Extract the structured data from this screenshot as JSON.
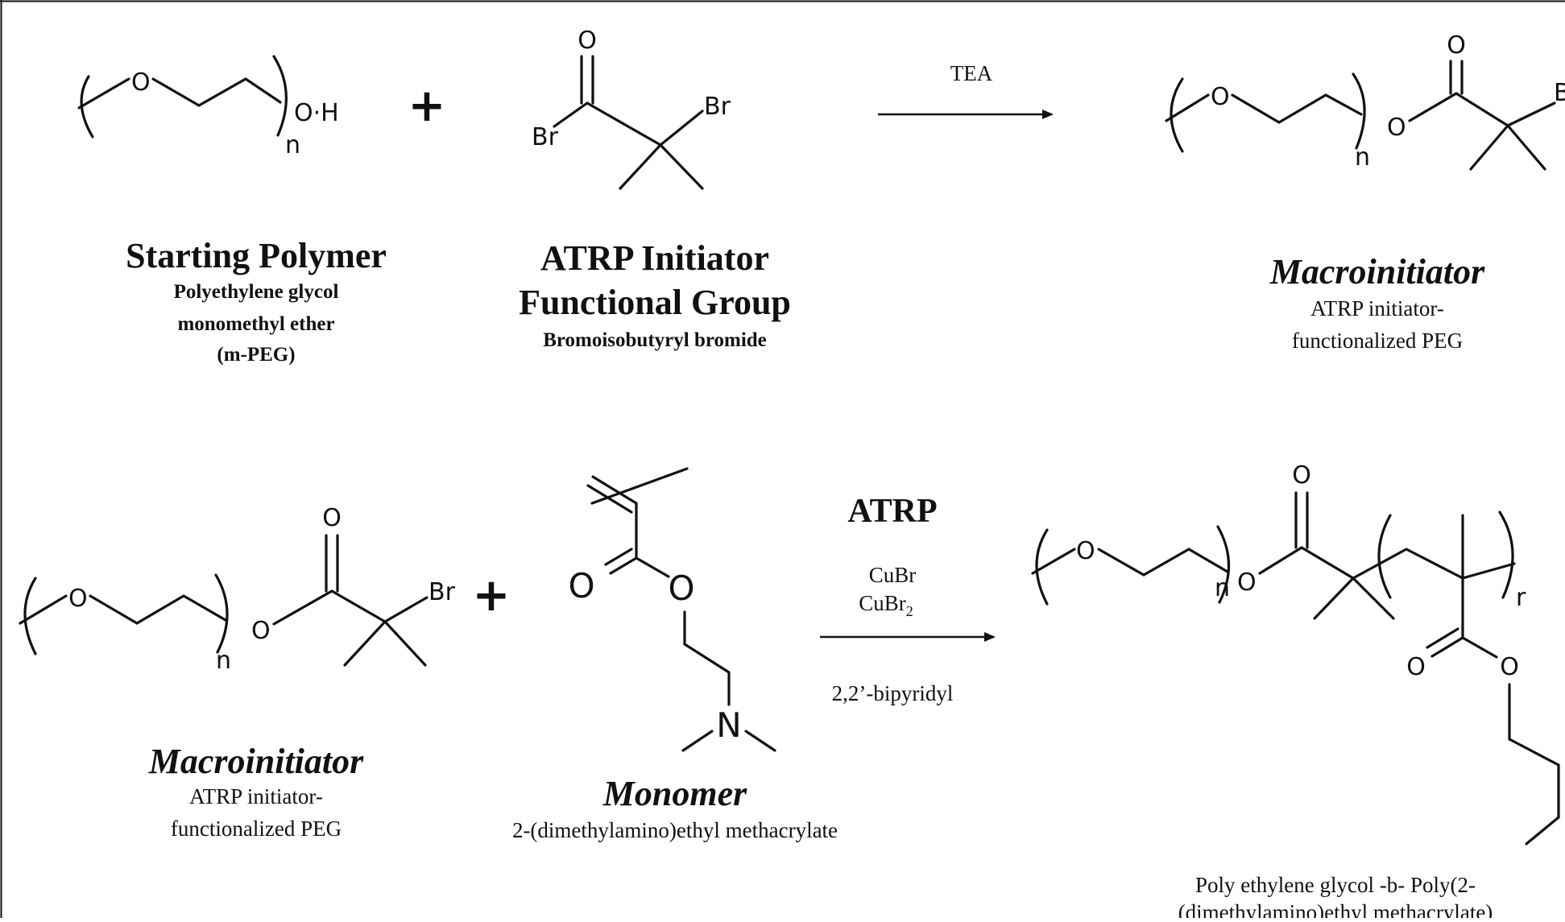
{
  "reaction1": {
    "start": {
      "atoms": {
        "o1": "O",
        "oh": "O·H",
        "n": "n"
      },
      "title": "Starting Polymer",
      "line1": "Polyethylene glycol",
      "line2": "monomethyl ether",
      "line3": "(m-PEG)"
    },
    "plus": "+",
    "initiator": {
      "atoms": {
        "o": "O",
        "br1": "Br",
        "br2": "Br"
      },
      "title1": "ATRP Initiator",
      "title2": "Functional Group",
      "subtitle": "Bromoisobutyryl bromide"
    },
    "reagent": "TEA",
    "product": {
      "atoms": {
        "o1": "O",
        "o2": "O",
        "o3": "O",
        "br": "B",
        "n": "n"
      },
      "title": "Macroinitiator",
      "line1": "ATRP initiator-",
      "line2": "functionalized PEG"
    }
  },
  "reaction2": {
    "macro": {
      "atoms": {
        "o1": "O",
        "o2": "O",
        "o3": "O",
        "br": "Br",
        "n": "n"
      },
      "title": "Macroinitiator",
      "line1": "ATRP initiator-",
      "line2": "functionalized PEG"
    },
    "plus": "+",
    "monomer": {
      "atoms": {
        "o1": "O",
        "o2": "O",
        "n": "N"
      },
      "title": "Monomer",
      "subtitle": "2-(dimethylamino)ethyl methacrylate"
    },
    "conditions": {
      "method": "ATRP",
      "cat1": "CuBr",
      "cat2": "CuBr",
      "cat2_sub": "2",
      "ligand": "2,2’-bipyridyl"
    },
    "product": {
      "atoms": {
        "o1": "O",
        "o2": "O",
        "o3": "O",
        "o4": "O",
        "o5": "O",
        "n": "n",
        "r": "r"
      },
      "line1": "Poly ethylene glycol -b- Poly(2-",
      "line2": "(dimethylamino)ethyl methacrylate)"
    }
  }
}
